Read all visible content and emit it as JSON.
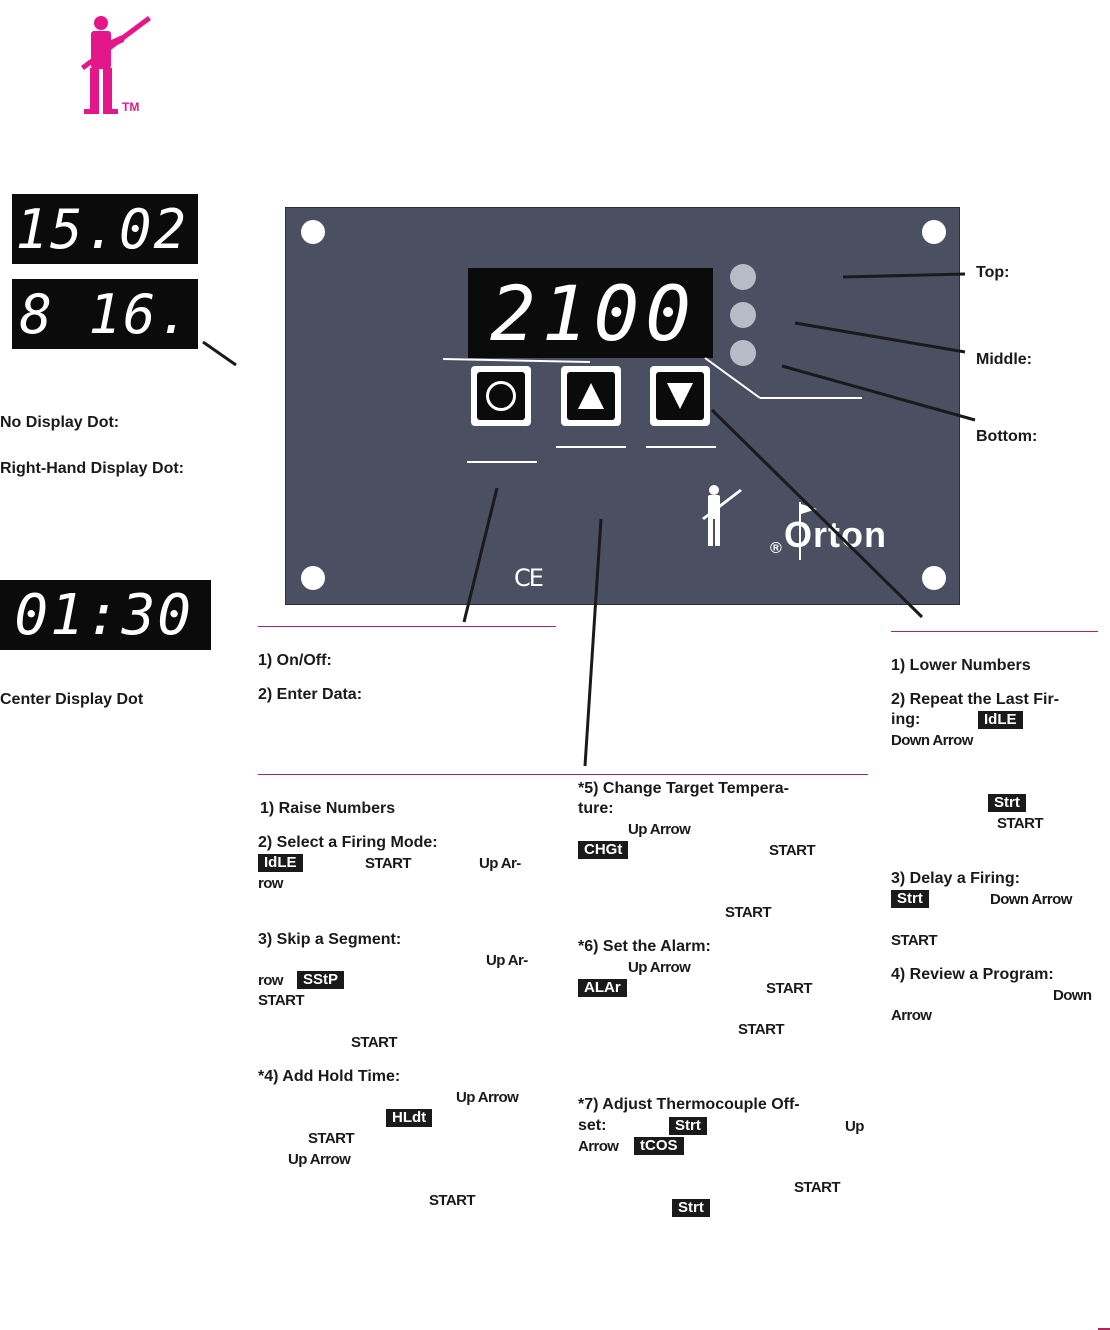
{
  "logo": {
    "tm": "TM",
    "color": "#e5168a"
  },
  "displays": {
    "top_reading": "15.02",
    "mid_reading": "8 16.",
    "center_dot_reading": "01:30",
    "panel_reading": "2100"
  },
  "dot_labels": {
    "no_dot": "No Display Dot:",
    "right_dot": "Right-Hand Display Dot:",
    "center_dot": "Center Display Dot"
  },
  "led_labels": {
    "top": "Top:",
    "middle": "Middle:",
    "bottom": "Bottom:"
  },
  "panel": {
    "brand": "Orton",
    "reg": "®",
    "ce": "CE",
    "color": "#4a4f61"
  },
  "col1": {
    "on_off": "1) On/Off:",
    "enter_data": "2) Enter Data:"
  },
  "col2": {
    "raise": "1) Raise Numbers",
    "firing_mode": "2) Select a Firing Mode:",
    "idle_tag": "IdLE",
    "start": "START",
    "up_ar": "Up Ar-",
    "row": "row",
    "skip": "3) Skip a Segment:",
    "sstp_tag": "SStP",
    "hold": "*4) Add Hold Time:",
    "up_arrow": "Up Arrow",
    "hldt_tag": "HLdt"
  },
  "col3": {
    "change_line1": "*5) Change Target Tempera-",
    "change_line2": "ture:",
    "up_arrow": "Up Arrow",
    "chgt_tag": "CHGt",
    "start": "START",
    "alarm": "*6) Set the Alarm:",
    "alar_tag": "ALAr",
    "tc_line1": "*7) Adjust Thermocouple Off-",
    "tc_line2": "set:",
    "strt_tag": "Strt",
    "up": "Up",
    "arrow": "Arrow",
    "tcos_tag": "tCOS"
  },
  "col4": {
    "lower": "1) Lower Numbers",
    "repeat_line1": "2) Repeat the Last Fir-",
    "repeat_line2": "ing:",
    "idle_tag": "IdLE",
    "down_arrow": "Down Arrow",
    "strt_tag": "Strt",
    "start": "START",
    "delay": "3) Delay a Firing:",
    "review": "4) Review a Program:",
    "down": "Down",
    "arrow": "Arrow"
  },
  "colors": {
    "accent": "#b0245c",
    "dark": "#0b0b0b"
  }
}
